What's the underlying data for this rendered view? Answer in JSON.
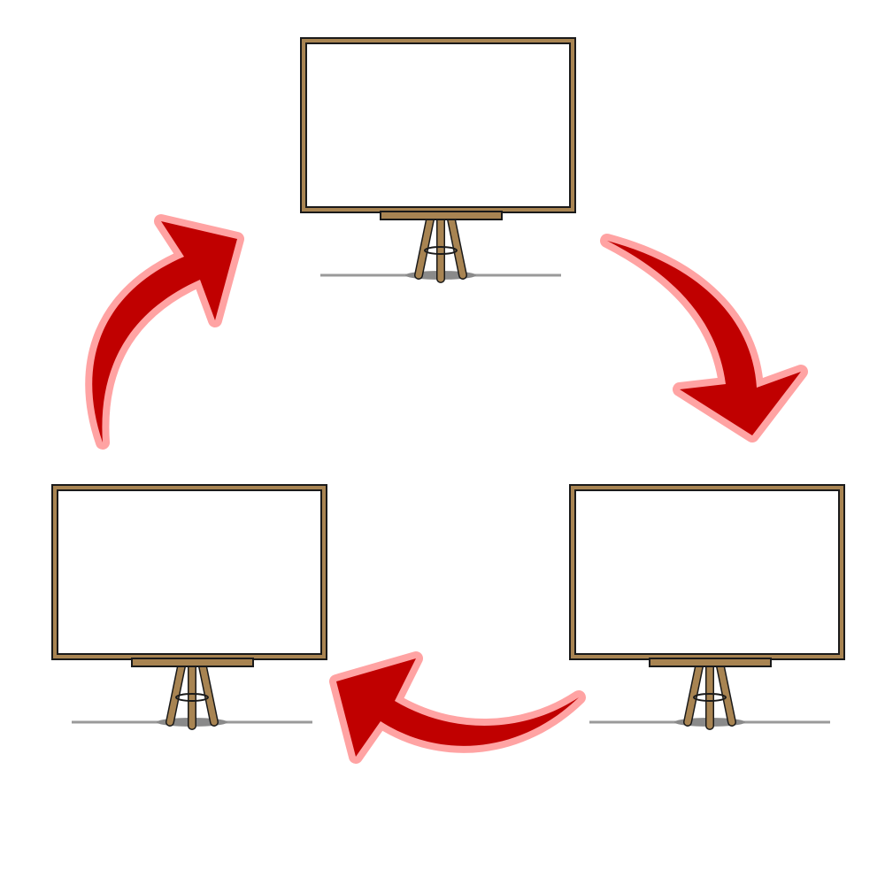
{
  "diagram": {
    "type": "cycle",
    "node_count": 3,
    "nodes": [
      {
        "id": "board-top",
        "icon": "whiteboard-easel-icon",
        "label": ""
      },
      {
        "id": "board-bottom-right",
        "icon": "whiteboard-easel-icon",
        "label": ""
      },
      {
        "id": "board-bottom-left",
        "icon": "whiteboard-easel-icon",
        "label": ""
      }
    ],
    "edges": [
      {
        "from": "board-top",
        "to": "board-bottom-right",
        "direction": "clockwise"
      },
      {
        "from": "board-bottom-right",
        "to": "board-bottom-left",
        "direction": "clockwise"
      },
      {
        "from": "board-bottom-left",
        "to": "board-top",
        "direction": "clockwise"
      }
    ]
  },
  "colors": {
    "background": "#ffffff",
    "frame": "#a88452",
    "frame_outline": "#1a1a1a",
    "board_surface": "#ffffff",
    "floor_line": "#9a9a9a",
    "shadow": "#8a8a8a",
    "arrow_fill": "#c00000",
    "arrow_glow": "#ffa3a3"
  }
}
